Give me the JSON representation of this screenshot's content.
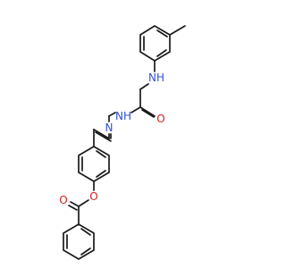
{
  "molecule": {
    "atoms": {
      "amine_nh": {
        "text": "NH",
        "element": "N",
        "color": "#3050d8"
      },
      "hydrazide_nh": {
        "text": "NH",
        "element": "N",
        "color": "#3050d8"
      },
      "imine_n": {
        "text": "N",
        "element": "N",
        "color": "#3050d8"
      },
      "amide_o": {
        "text": "O",
        "element": "O",
        "color": "#d42020"
      },
      "ester_o": {
        "text": "O",
        "element": "O",
        "color": "#d42020"
      },
      "carbonyl_o": {
        "text": "O",
        "element": "O",
        "color": "#d42020"
      }
    },
    "colors": {
      "bond": "#1a1a1a",
      "oxygen": "#d42020",
      "nitrogen": "#3050d8"
    }
  }
}
